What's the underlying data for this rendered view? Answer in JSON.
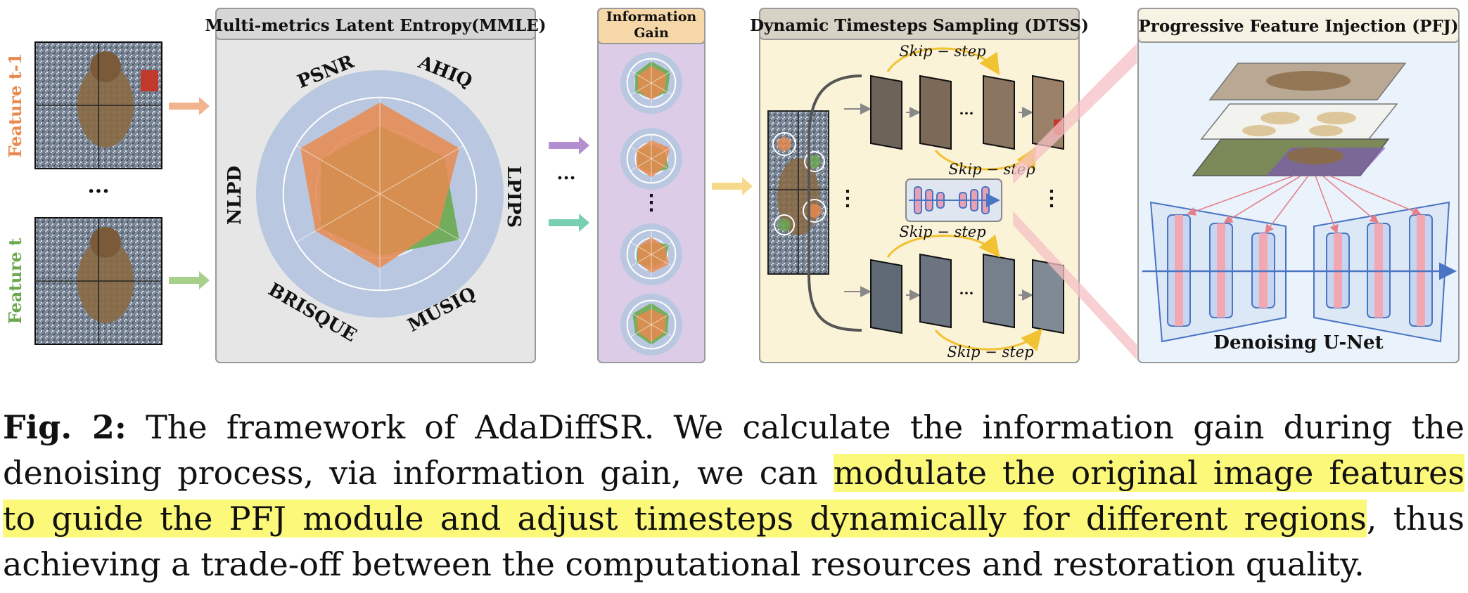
{
  "feature_labels": {
    "t_minus_1": "Feature t-1",
    "t": "Feature t",
    "ellipsis": "···"
  },
  "mmle": {
    "title": "Multi-metrics Latent Entropy(MMLE)",
    "metrics": [
      "PSNR",
      "AHIQ",
      "LPIPS",
      "MUSIQ",
      "BRISQUE",
      "NLPD"
    ]
  },
  "info_gain": {
    "title_line1": "Information",
    "title_line2": "Gain",
    "ellipsis": "⋮"
  },
  "between_ellipsis": "···",
  "dtss": {
    "title": "Dynamic Timesteps Sampling (DTSS)",
    "skip_label": "Skip − step"
  },
  "pfj": {
    "title": "Progressive Feature Injection (PFJ)",
    "unet_label": "Denoising U-Net"
  },
  "caption": {
    "fig_label": "Fig. 2:",
    "line1": "The framework of AdaDiffSR. We calculate the information gain during the",
    "line2_a": "denoising process, via information gain, we can ",
    "line2_hl": "modulate the original image features",
    "line3_hl": "to guide the PFJ module and adjust timesteps dynamically for different regions",
    "line3_b": ", thus",
    "line4": "achieving a trade-off between the computational resources and restoration quality."
  },
  "colors": {
    "orange": "#e8894e",
    "green": "#6aa84f",
    "radar_ring": "#b9c8e0",
    "mmle_bg": "#e6e6e6",
    "info_bg": "#dccce8",
    "info_header": "#f6d8a8",
    "dtss_bg": "#fbf3d8",
    "pfj_bg": "#eaf3fb",
    "highlight": "#fcf87a"
  }
}
